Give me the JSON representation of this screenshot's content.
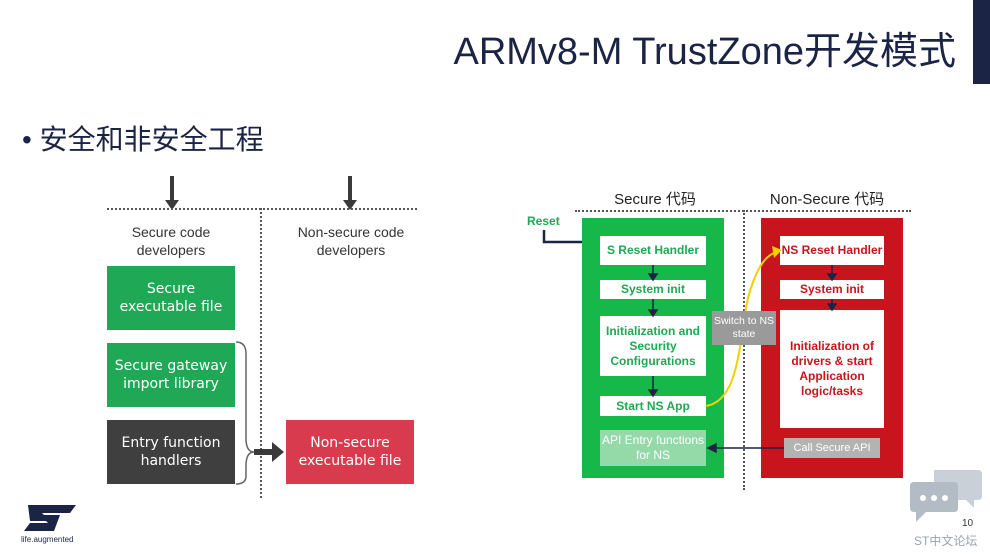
{
  "slide": {
    "title": "ARMv8-M TrustZone开发模式",
    "bullet": "安全和非安全工程",
    "page_number": "10"
  },
  "left_diagram": {
    "columns": [
      "Secure code developers",
      "Non-secure code developers"
    ],
    "boxes": {
      "secure_exec": "Secure executable file",
      "gateway_lib": "Secure gateway import library",
      "entry_handlers": "Entry function handlers",
      "nonsecure_exec": "Non-secure executable file"
    }
  },
  "right_diagram": {
    "secure_title": "Secure 代码",
    "nonsecure_title": "Non-Secure 代码",
    "reset_label": "Reset",
    "secure": {
      "s_reset_handler": "S Reset Handler",
      "system_init": "System init",
      "init_security": "Initialization and Security Configurations",
      "start_ns_app": "Start NS App",
      "api_entry": "API Entry functions for NS"
    },
    "nonsecure": {
      "ns_reset_handler": "NS Reset Handler",
      "system_init": "System init",
      "init_drivers": "Initialization of drivers & start Application logic/tasks",
      "call_secure_api": "Call Secure API"
    },
    "switch_label": "Switch to NS state",
    "colors": {
      "secure_panel": "#17b84a",
      "nonsecure_panel": "#c8141c",
      "switch_arrow": "#f2d000"
    }
  },
  "branding": {
    "st_logo_text": "ST",
    "st_tagline": "life.augmented",
    "forum_label": "ST中文论坛"
  }
}
